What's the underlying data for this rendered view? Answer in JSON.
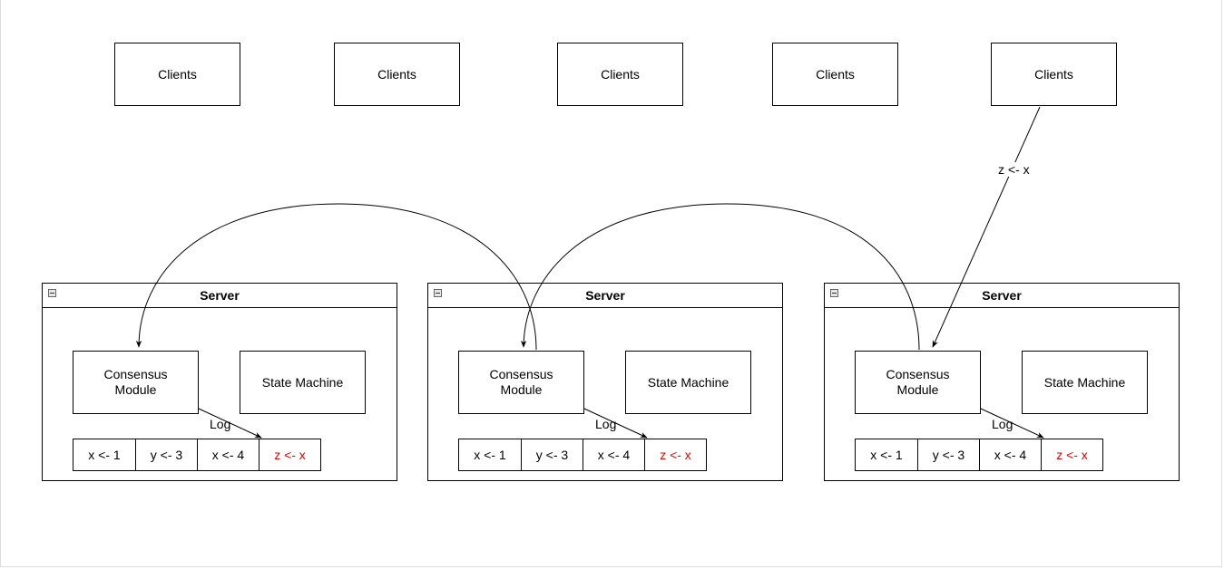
{
  "clients": [
    {
      "label": "Clients"
    },
    {
      "label": "Clients"
    },
    {
      "label": "Clients"
    },
    {
      "label": "Clients"
    },
    {
      "label": "Clients"
    }
  ],
  "servers": [
    {
      "title": "Server",
      "consensus_label": "Consensus\nModule",
      "state_machine_label": "State Machine",
      "log_label": "Log",
      "log_entries": [
        "x <- 1",
        "y <- 3",
        "x <- 4",
        "z <- x"
      ]
    },
    {
      "title": "Server",
      "consensus_label": "Consensus\nModule",
      "state_machine_label": "State Machine",
      "log_label": "Log",
      "log_entries": [
        "x <- 1",
        "y <- 3",
        "x <- 4",
        "z <- x"
      ]
    },
    {
      "title": "Server",
      "consensus_label": "Consensus\nModule",
      "state_machine_label": "State Machine",
      "log_label": "Log",
      "log_entries": [
        "x <- 1",
        "y <- 3",
        "x <- 4",
        "z <- x"
      ]
    }
  ],
  "request_label": "z <- x",
  "colors": {
    "pending_entry": "#e00000",
    "stroke": "#000000"
  }
}
